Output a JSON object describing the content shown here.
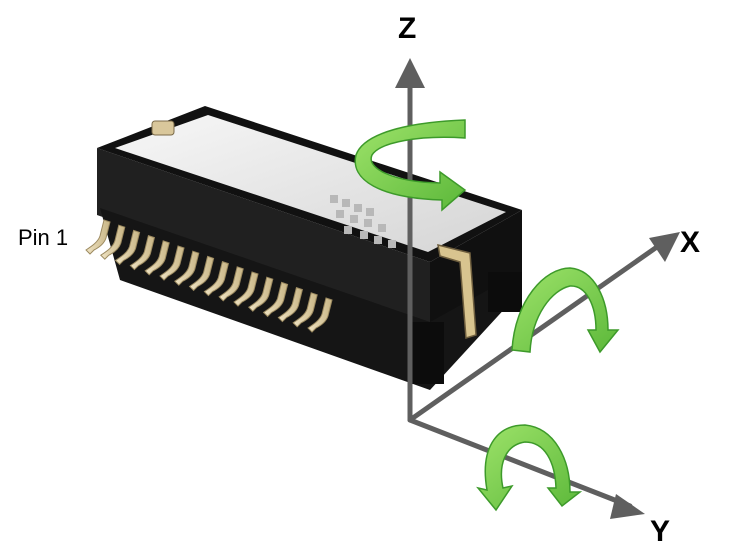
{
  "labels": {
    "z_axis": "Z",
    "x_axis": "X",
    "y_axis": "Y",
    "pin": "Pin 1"
  },
  "colors": {
    "axis": "#5f5f5f",
    "rotation_arrow": "#7ed14a",
    "rotation_arrow_dark": "#3d9a2a",
    "chip_body": "#1a1a1a",
    "chip_lid": "#e9e9e9",
    "pins": "#dccca6"
  },
  "icons": {
    "rotation_z": "curved-arrow-icon",
    "rotation_x": "curved-arrow-icon",
    "rotation_y": "curved-arrow-icon"
  }
}
